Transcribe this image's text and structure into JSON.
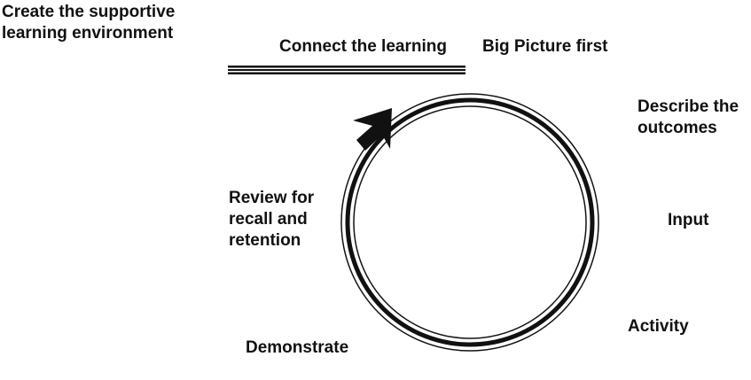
{
  "labels": {
    "environment": "Create the supportive\nlearning environment",
    "connect": "Connect the learning",
    "big_picture": "Big Picture first",
    "outcomes": "Describe the\noutcomes",
    "input": "Input",
    "activity": "Activity",
    "demonstrate": "Demonstrate",
    "review": "Review for\nrecall and\nretention"
  },
  "colors": {
    "ink": "#111111",
    "background": "#ffffff"
  }
}
